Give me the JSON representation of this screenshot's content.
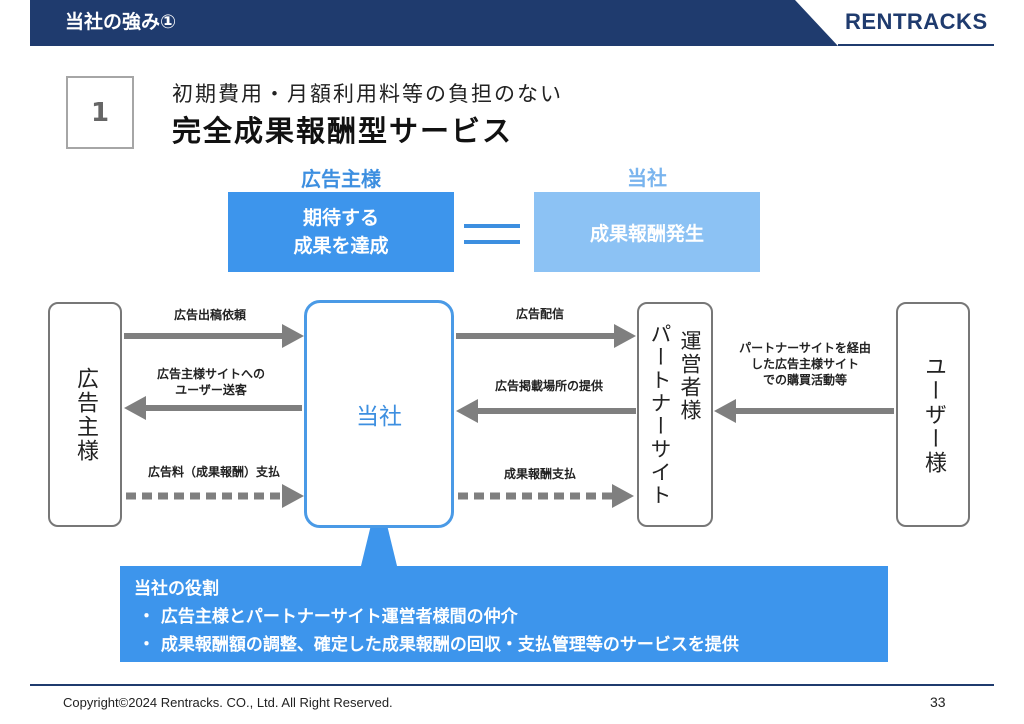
{
  "header": {
    "title": "当社の強み①",
    "logo": "RENTRACKS",
    "band_color": "#1f3b6e"
  },
  "section_number": "1",
  "subtitle": "初期費用・月額利用料等の負担のない",
  "title": "完全成果報酬型サービス",
  "equation": {
    "left_label": "広告主様",
    "left_box_lines": [
      "期待する",
      "成果を達成"
    ],
    "right_label": "当社",
    "right_box": "成果報酬発生"
  },
  "nodes": {
    "advertiser": "広告主様",
    "company": "当社",
    "partner_main": "パートナーサイト",
    "partner_sub": "運営者様",
    "user": "ユーザー様"
  },
  "arrows": {
    "ad_request": "広告出稿依頼",
    "user_referral": [
      "広告主様サイトへの",
      "ユーザー送客"
    ],
    "ad_fee": "広告料（成果報酬）支払",
    "ad_delivery": "広告配信",
    "placement": "広告掲載場所の提供",
    "reward_payment": "成果報酬支払",
    "purchase": [
      "パートナーサイトを経由",
      "した広告主様サイト",
      "での購買活動等"
    ]
  },
  "role": {
    "title": "当社の役割",
    "items": [
      "・ 広告主様とパートナーサイト運営者様間の仲介",
      "・ 成果報酬額の調整、確定した成果報酬の回収・支払管理等のサービスを提供"
    ]
  },
  "footer": {
    "copyright": "Copyright©2024 Rentracks. CO., Ltd. All Right Reserved.",
    "page": "33"
  },
  "colors": {
    "navy": "#1f3b6e",
    "blue": "#3d95ec",
    "light_blue": "#8cc2f4",
    "arrow_gray": "#7f7f7f"
  }
}
